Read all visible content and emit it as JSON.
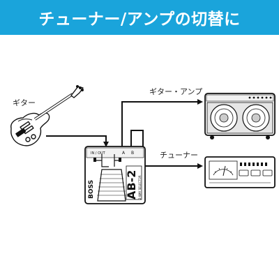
{
  "header": {
    "title": "チューナー/アンプの切替に",
    "background": "#1aa4db"
  },
  "labels": {
    "guitar": "ギター",
    "guitar_amp": "ギター・アンプ",
    "tuner": "チューナー"
  },
  "pedal": {
    "model": "AB-2",
    "subtitle": "2-WAY SELECTOR",
    "brand": "BOSS",
    "in_out": "IN / OUT",
    "port_a": "A",
    "port_b": "B"
  }
}
